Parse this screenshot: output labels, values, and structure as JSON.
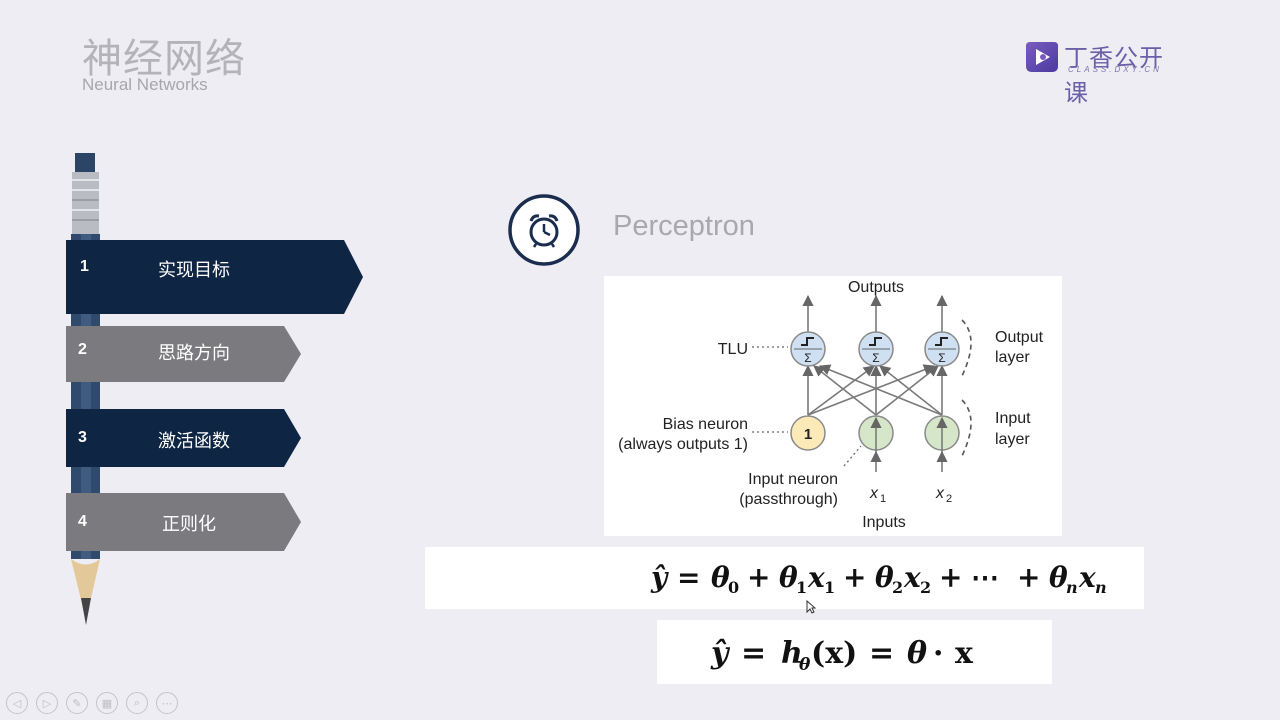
{
  "header": {
    "title_cn": "神经网络",
    "title_en": "Neural Networks"
  },
  "logo": {
    "text_cn": "丁香公开课",
    "text_en": "CLASS.DXY.CN"
  },
  "nav": {
    "items": [
      {
        "num": "1",
        "label": "实现目标",
        "active": true
      },
      {
        "num": "2",
        "label": "思路方向",
        "active": false
      },
      {
        "num": "3",
        "label": "激活函数",
        "active": true
      },
      {
        "num": "4",
        "label": "正则化",
        "active": false
      }
    ]
  },
  "section": {
    "title": "Perceptron",
    "icon": "alarm-clock-icon"
  },
  "diagram": {
    "outputs": "Outputs",
    "inputs": "Inputs",
    "tlu": "TLU",
    "output_layer_1": "Output",
    "output_layer_2": "layer",
    "input_layer_1": "Input",
    "input_layer_2": "layer",
    "bias_1": "Bias neuron",
    "bias_2": "(always outputs 1)",
    "bias_value": "1",
    "input_neuron_1": "Input neuron",
    "input_neuron_2": "(passthrough)",
    "x1": "x",
    "x1_sub": "1",
    "x2": "x",
    "x2_sub": "2"
  },
  "formulas": {
    "f1": "ŷ = θ₀ + θ₁x₁ + θ₂x₂ + ⋯ + θₙxₙ",
    "f2": "ŷ = h_θ(x) = θ · x"
  },
  "colors": {
    "nav_active": "#0f2544",
    "nav_inactive": "#7b7b7f",
    "accent": "#1b2d4e",
    "tlu_fill": "#cfe0f2",
    "input_fill": "#d6e6c8",
    "bias_fill": "#fbe9b8"
  }
}
